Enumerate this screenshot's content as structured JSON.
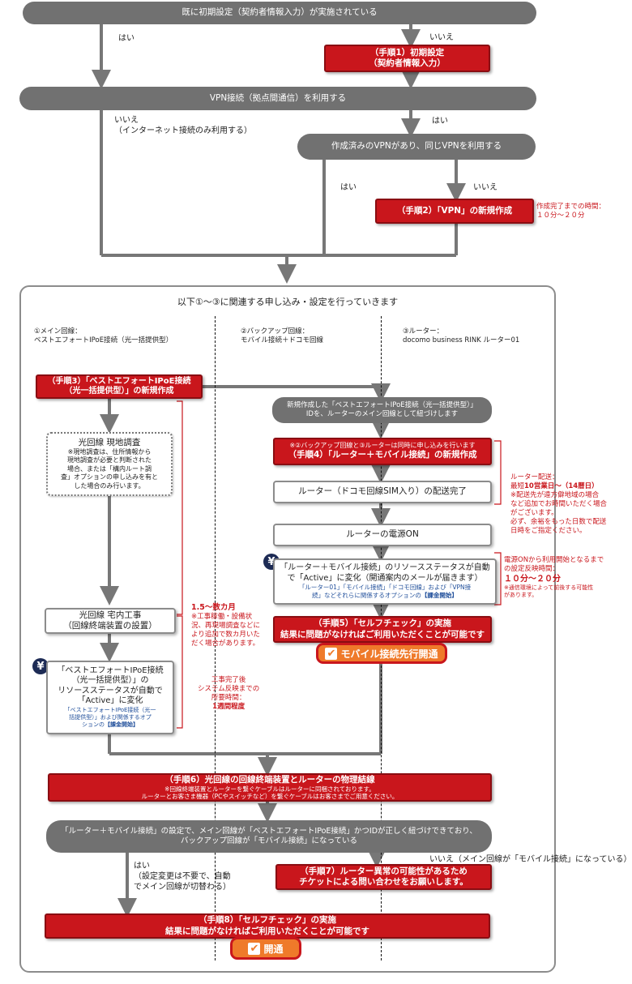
{
  "top_box": "既に初期設定（契約者情報入力）が実施されている",
  "lbl_yes1": "はい",
  "lbl_no1": "いいえ",
  "step1": {
    "line1": "（手順1）初期設定",
    "line2": "（契約者情報入力）"
  },
  "vpn_box": "VPN接続（拠点間通信）を利用する",
  "lbl_no2_line1": "いいえ",
  "lbl_no2_line2": "（インターネット接続のみ利用する）",
  "lbl_yes2": "はい",
  "existing_vpn_box": "作成済みのVPNがあり、同じVPNを利用する",
  "lbl_yes3": "はい",
  "lbl_no3": "いいえ",
  "step2": "（手順2）「VPN」の新規作成",
  "step2_note": {
    "line1": "作成完了までの時間：",
    "line2": "１０分～２０分"
  },
  "container_title": "以下①～③に関連する申し込み・設定を行っていきます",
  "col1": {
    "line1": "①メイン回線：",
    "line2": "ベストエフォートIPoE接続（光一括提供型）"
  },
  "col2": {
    "line1": "②バックアップ回線：",
    "line2": "モバイル接続＋ドコモ回線"
  },
  "col3": {
    "line1": "③ルーター：",
    "line2": "docomo business RINK ルーター01"
  },
  "step3": {
    "line1": "（手順3）「ベストエフォートIPoE接続",
    "line2": "（光一括提供型）」の新規作成"
  },
  "main_line_note": {
    "line1": "新規作成した「ベストエフォートIPoE接続（光一括提供型）」",
    "line2": "IDを、ルーターのメイン回線として紐づけします"
  },
  "survey": {
    "title": "光回線 現地調査",
    "n1": "※現地調査は、住所情報から",
    "n2": "現地調査が必要と判断された",
    "n3": "場合、または「構内ルート調",
    "n4": "査」オプションの申し込みを有と",
    "n5": "した場合のみ行います。"
  },
  "step4": {
    "pre": "※②バックアップ回線と③ルーターは同時に申し込みを行います",
    "main": "（手順4）「ルーター＋モバイル接続」の新規作成"
  },
  "router_delivery_box": "ルーター（ドコモ回線SIM入り）の配送完了",
  "router_delivery_note": {
    "l1": "ルーター配送：",
    "l2a": "最短",
    "l2b": "10営業日～（14暦日）",
    "l3": "※配送先が遠方僻地域の場合",
    "l4": "など追加でお時間いただく場合",
    "l5": "がございます。",
    "l6": "必ず、余裕をもった日数で配送",
    "l7": "日時をご指定ください。"
  },
  "router_power_box": "ルーターの電源ON",
  "router_active": {
    "l1": "「ルーター＋モバイル接続」のリソースステータスが自動",
    "l2": "で「Active」に変化（開通案内のメールが届きます）",
    "l3": "「ルーター01」「モバイル接続」「ドコモ回線」および「VPN接",
    "l4a": "続」などそれらに関係するオプションの",
    "l4b": "【課金開始】"
  },
  "power_note": {
    "l1": "電源ONから利用開始となるまで",
    "l2": "の設定反映時間：",
    "l3": "１０分～２０分",
    "l4": "※通信環境によって前後する可能性",
    "l5": "があります。"
  },
  "yen_symbol": "¥",
  "step5": {
    "line1": "（手順5）「セルフチェック」の実施",
    "line2": "結果に問題がなければご利用いただくことが可能です"
  },
  "badge_mobile": "モバイル接続先行開通",
  "badge_check": "✔",
  "home_work": {
    "line1": "光回線 宅内工事",
    "line2": "（回線終端装置の設置）"
  },
  "home_work_note": {
    "l1": "1.5～数カ月",
    "l2": "※工事稼働・設備状",
    "l3": "況、再現場調査などに",
    "l4": "より追加で数カ月いた",
    "l5": "だく場合があります。"
  },
  "fiber_active": {
    "l1": "「ベストエフォートIPoE接続",
    "l2": "（光一括提供型）」の",
    "l3": "リソースステータスが自動で",
    "l4": "「Active」に変化",
    "l5": "「ベストエフォートIPoE接続（光一",
    "l6": "括提供型）」および関係するオプ",
    "l7a": "ションの",
    "l7b": "【課金開始】"
  },
  "construction_note": {
    "l1": "工事完了後",
    "l2": "システム反映までの",
    "l3": "所要時間：",
    "l4": "1週間程度"
  },
  "step6": {
    "line1": "（手順6）光回線の回線終端装置とルーターの物理結線",
    "line2": "※回線終端装置とルーターを繋ぐケーブルはルーターに同梱されております。",
    "line3": "ルーターとお客さま機器（PCやスイッチなど）を繋ぐケーブルはお客さまでご用意ください。"
  },
  "check_box": {
    "line1": "「ルーター＋モバイル接続」の設定で、メイン回線が「ベストエフォートIPoE接続」かつIDが正しく紐づけできており、",
    "line2": "バックアップ回線が「モバイル接続」になっている"
  },
  "lbl_yes4": {
    "l1": "はい",
    "l2": "（設定変更は不要で、自動",
    "l3": "でメイン回線が切替わる）"
  },
  "lbl_no4": "いいえ（メイン回線が「モバイル接続」になっている）",
  "step7": {
    "line1": "（手順7）ルーター異常の可能性があるため",
    "line2": "チケットによる問い合わせをお願いします。"
  },
  "step8": {
    "line1": "（手順8）「セルフチェック」の実施",
    "line2": "結果に問題がなければご利用いただくことが可能です"
  },
  "badge_open": "開通"
}
